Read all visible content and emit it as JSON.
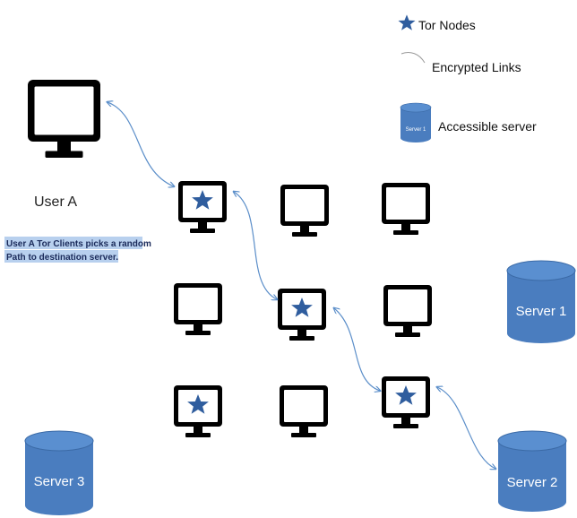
{
  "legend": {
    "tor_nodes_label": "Tor Nodes",
    "encrypted_links_label": "Encrypted Links",
    "accessible_server_label": "Accessible server",
    "mini_server_label": "Server 1"
  },
  "user": {
    "label": "User A"
  },
  "note": {
    "line1": "User A Tor Clients picks a random",
    "line2": "Path to destination server."
  },
  "servers": {
    "server1": "Server 1",
    "server2": "Server 2",
    "server3": "Server 3"
  },
  "colors": {
    "server_fill": "#4a7dbf",
    "server_top": "#5a8fd0",
    "star": "#2f5d9e",
    "link": "#5b8ec9",
    "note_highlight": "#b8d0ee",
    "monitor": "#000000"
  }
}
